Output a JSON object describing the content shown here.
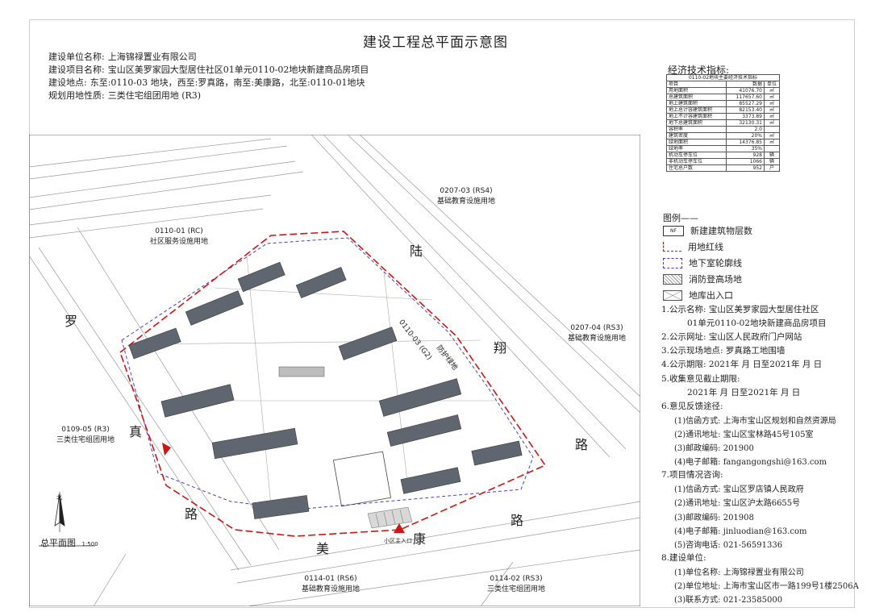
{
  "title": "建设工程总平面示意图",
  "header": [
    {
      "key": "建设单位名称:",
      "value": "上海锦禄置业有限公司"
    },
    {
      "key": "建设项目名称:",
      "value": "宝山区美罗家园大型居住社区01单元0110-02地块新建商品房项目"
    },
    {
      "key": "建设地点:",
      "value": "东至:0110-03 地块，西至:罗真路，南至:美康路，北至:0110-01地块"
    },
    {
      "key": "规划用地性质:",
      "value": "三类住宅组团用地 (R3)"
    }
  ],
  "econ": {
    "title": "经济技术指标:",
    "caption": "0110-02地块主要经济技术指标",
    "head": [
      "项目",
      "数据",
      "单位"
    ],
    "rows": [
      [
        "用地面积",
        "41076.70",
        "㎡"
      ],
      [
        "总建筑面积",
        "117657.60",
        "㎡"
      ],
      [
        "地上建筑面积",
        "85527.29",
        "㎡"
      ],
      [
        "地上总计容建筑面积",
        "82153.40",
        "㎡"
      ],
      [
        "地上不计容建筑面积",
        "3373.89",
        "㎡"
      ],
      [
        "地下总建筑面积",
        "32130.31",
        "㎡"
      ],
      [
        "容积率",
        "2.0",
        ""
      ],
      [
        "建筑密度",
        "20%",
        "㎡"
      ],
      [
        "绿地面积",
        "14376.85",
        "㎡"
      ],
      [
        "绿地率",
        "35%",
        ""
      ],
      [
        "机动车停车位",
        "928",
        "辆"
      ],
      [
        "非机动车停车位",
        "1066",
        "辆"
      ],
      [
        "住宅总户数",
        "952",
        "户"
      ]
    ]
  },
  "legend": {
    "title": "图例——",
    "nf_symbol": "NF",
    "items": [
      "新建建筑物层数",
      "用地红线",
      "地下室轮廓线",
      "消防登高场地",
      "地库出入口"
    ]
  },
  "notes": [
    {
      "text": "1.公示名称: 宝山区美罗家园大型居住社区",
      "sub": false
    },
    {
      "text": "01单元0110-02地块新建商品房项目",
      "sub": "indent"
    },
    {
      "text": "2.公示网址: 宝山区人民政府门户网站",
      "sub": false
    },
    {
      "text": "3.公示现场地点: 罗真路工地围墙",
      "sub": false
    },
    {
      "text": "4.公示期限: 2021年  月  日至2021年  月  日",
      "sub": false
    },
    {
      "text": "5.收集意见截止期限:",
      "sub": false
    },
    {
      "text": "2021年  月  日至2021年  月  日",
      "sub": "indent"
    },
    {
      "text": "6.意见反馈途径:",
      "sub": false
    },
    {
      "text": "(1)信函方式: 上海市宝山区规划和自然资源局",
      "sub": true
    },
    {
      "text": "(2)通讯地址: 宝山区宝林路45号105室",
      "sub": true
    },
    {
      "text": "(3)邮政编码: 201900",
      "sub": true
    },
    {
      "text": "(4)电子邮箱: fangangongshi@163.com",
      "sub": true
    },
    {
      "text": "7.项目情况咨询:",
      "sub": false
    },
    {
      "text": "(1)信函方式: 宝山区罗店镇人民政府",
      "sub": true
    },
    {
      "text": "(2)通讯地址: 宝山区沪太路6655号",
      "sub": true
    },
    {
      "text": "(3)邮政编码: 201908",
      "sub": true
    },
    {
      "text": "(4)电子邮箱: jinluodian@163.com",
      "sub": true
    },
    {
      "text": "(5)咨询电话: 021-56591336",
      "sub": true
    },
    {
      "text": "8.建设单位:",
      "sub": false
    },
    {
      "text": "(1)单位名称: 上海锦禄置业有限公司",
      "sub": true
    },
    {
      "text": "(2)单位地址: 上海市宝山区市一路199号1楼2506A",
      "sub": true
    },
    {
      "text": "(3)联系方式: 021-23585000",
      "sub": true
    }
  ],
  "map": {
    "parcels": [
      {
        "code": "0207-03 (RS4)",
        "use": "基础教育设施用地"
      },
      {
        "code": "0110-01 (RC)",
        "use": "社区服务设施用地"
      },
      {
        "code": "0207-04 (RS3)",
        "use": "基础教育设施用地"
      },
      {
        "code": "0109-05 (R3)",
        "use": "三类住宅组团用地"
      },
      {
        "code": "0114-01 (RS6)",
        "use": "基础教育设施用地"
      },
      {
        "code": "0114-02 (RS3)",
        "use": "三类住宅组团用地"
      }
    ],
    "green_strip": "0110-03 (G2)",
    "protect_label": "防护绿地",
    "entrance_label": "小区主入口",
    "roads": {
      "luxiang": [
        "陆",
        "翔",
        "路"
      ],
      "luozhen": [
        "罗",
        "真",
        "路"
      ],
      "meikang": [
        "美",
        "康",
        "路"
      ]
    },
    "north": "北",
    "scale_label": "总平面图",
    "scale_ratio": "1:500"
  }
}
